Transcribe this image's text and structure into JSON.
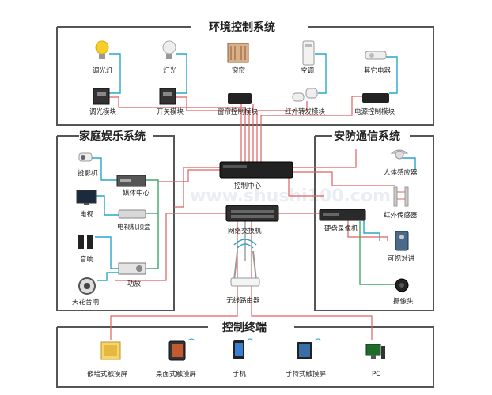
{
  "sections": {
    "env": {
      "title": "环境控制系统"
    },
    "ent": {
      "title": "家庭娱乐系统"
    },
    "sec": {
      "title": "安防通信系统"
    },
    "term": {
      "title": "控制终端"
    }
  },
  "env_devices": [
    "调光灯",
    "灯光",
    "窗帘",
    "空调",
    "其它电器"
  ],
  "env_modules": [
    "调光模块",
    "开关模块",
    "窗帘控制模块",
    "红外转发模块",
    "电源控制模块"
  ],
  "entertainment": {
    "projector": "投影机",
    "tv": "电视",
    "speakers": "音响",
    "ceiling_speaker": "天花音响",
    "media_center": "媒体中心",
    "tv_box": "电视机顶盒",
    "amplifier": "功放"
  },
  "center": {
    "controller": "控制中心",
    "switch": "网络交换机",
    "router": "无线路由器"
  },
  "security": {
    "motion": "人体感应器",
    "ir_sensor": "红外传感器",
    "dvr": "硬盘录像机",
    "intercom": "可视对讲",
    "camera": "摄像头"
  },
  "terminals": [
    "嵌墙式触摸屏",
    "桌面式触摸屏",
    "手机",
    "手持式触摸屏",
    "PC"
  ],
  "watermark": "www.shushi100.com",
  "colors": {
    "red_wire": "#e06060",
    "blue_wire": "#2aa6c8",
    "green_wire": "#3fa56a"
  }
}
